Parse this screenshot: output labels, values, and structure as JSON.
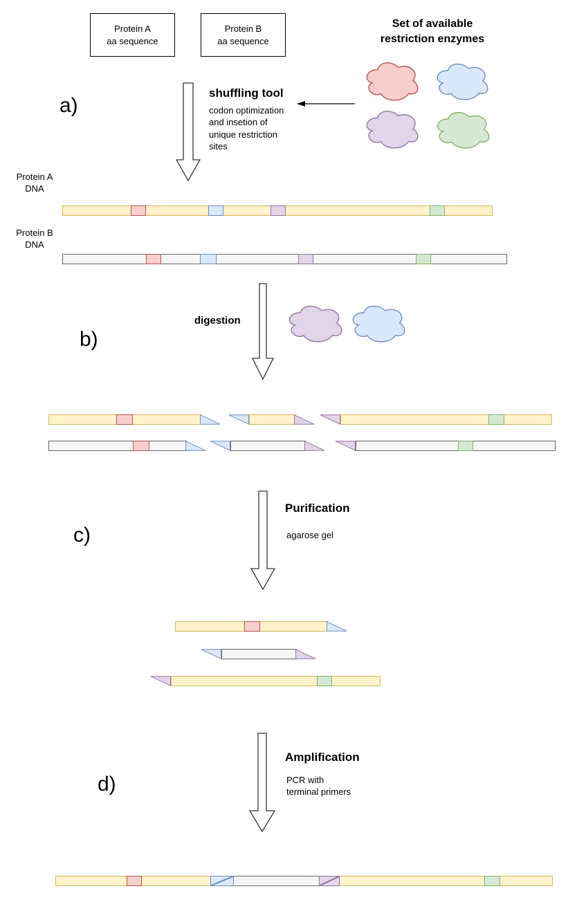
{
  "palette": {
    "yellow": {
      "fill": "#FFF2CC",
      "stroke": "#D6B656"
    },
    "red": {
      "fill": "#F8CECC",
      "stroke": "#B85450"
    },
    "blue": {
      "fill": "#DAE8FC",
      "stroke": "#6C8EBF"
    },
    "purple": {
      "fill": "#E1D5E7",
      "stroke": "#9673A6"
    },
    "green": {
      "fill": "#D5E8D4",
      "stroke": "#82B366"
    },
    "gray": {
      "fill": "#F5F5F5",
      "stroke": "#666666"
    },
    "arrow_stroke": "#333333"
  },
  "input_boxes": {
    "protein_a": "Protein A\naa sequence",
    "protein_b": "Protein B\naa sequence"
  },
  "enzyme_set": {
    "title": "Set of available\nrestriction enzymes",
    "clouds": [
      "red-enzyme-cloud",
      "blue-enzyme-cloud",
      "purple-enzyme-cloud",
      "green-enzyme-cloud"
    ]
  },
  "steps": {
    "a": {
      "label": "a)",
      "title": "shuffling tool",
      "description": "codon optimization\nand insetion of\nunique restriction\nsites"
    },
    "b": {
      "label": "b)",
      "title": "digestion"
    },
    "c": {
      "label": "c)",
      "title": "Purification",
      "description": "agarose gel"
    },
    "d": {
      "label": "d)",
      "title": "Amplification",
      "description": "PCR with\nterminal primers"
    }
  },
  "dna_labels": {
    "protein_a": "Protein A\nDNA",
    "protein_b": "Protein B\nDNA"
  }
}
